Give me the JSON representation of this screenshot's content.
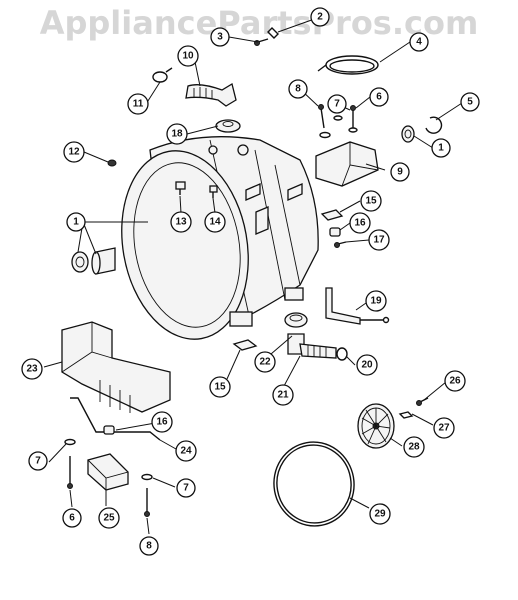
{
  "watermark": "AppliancePartsPros.com",
  "callouts": [
    {
      "id": "c2",
      "label": "2"
    },
    {
      "id": "c3",
      "label": "3"
    },
    {
      "id": "c4",
      "label": "4"
    },
    {
      "id": "c10",
      "label": "10"
    },
    {
      "id": "c11",
      "label": "11"
    },
    {
      "id": "c8a",
      "label": "8"
    },
    {
      "id": "c7a",
      "label": "7"
    },
    {
      "id": "c6a",
      "label": "6"
    },
    {
      "id": "c5",
      "label": "5"
    },
    {
      "id": "c1a",
      "label": "1"
    },
    {
      "id": "c18",
      "label": "18"
    },
    {
      "id": "c12",
      "label": "12"
    },
    {
      "id": "c9",
      "label": "9"
    },
    {
      "id": "c1b",
      "label": "1"
    },
    {
      "id": "c13",
      "label": "13"
    },
    {
      "id": "c14",
      "label": "14"
    },
    {
      "id": "c15a",
      "label": "15"
    },
    {
      "id": "c16a",
      "label": "16"
    },
    {
      "id": "c17",
      "label": "17"
    },
    {
      "id": "c19",
      "label": "19"
    },
    {
      "id": "c22",
      "label": "22"
    },
    {
      "id": "c20",
      "label": "20"
    },
    {
      "id": "c23",
      "label": "23"
    },
    {
      "id": "c15b",
      "label": "15"
    },
    {
      "id": "c21",
      "label": "21"
    },
    {
      "id": "c26",
      "label": "26"
    },
    {
      "id": "c27",
      "label": "27"
    },
    {
      "id": "c16b",
      "label": "16"
    },
    {
      "id": "c24",
      "label": "24"
    },
    {
      "id": "c28",
      "label": "28"
    },
    {
      "id": "c7b",
      "label": "7"
    },
    {
      "id": "c7c",
      "label": "7"
    },
    {
      "id": "c6b",
      "label": "6"
    },
    {
      "id": "c25",
      "label": "25"
    },
    {
      "id": "c8b",
      "label": "8"
    },
    {
      "id": "c29",
      "label": "29"
    }
  ]
}
